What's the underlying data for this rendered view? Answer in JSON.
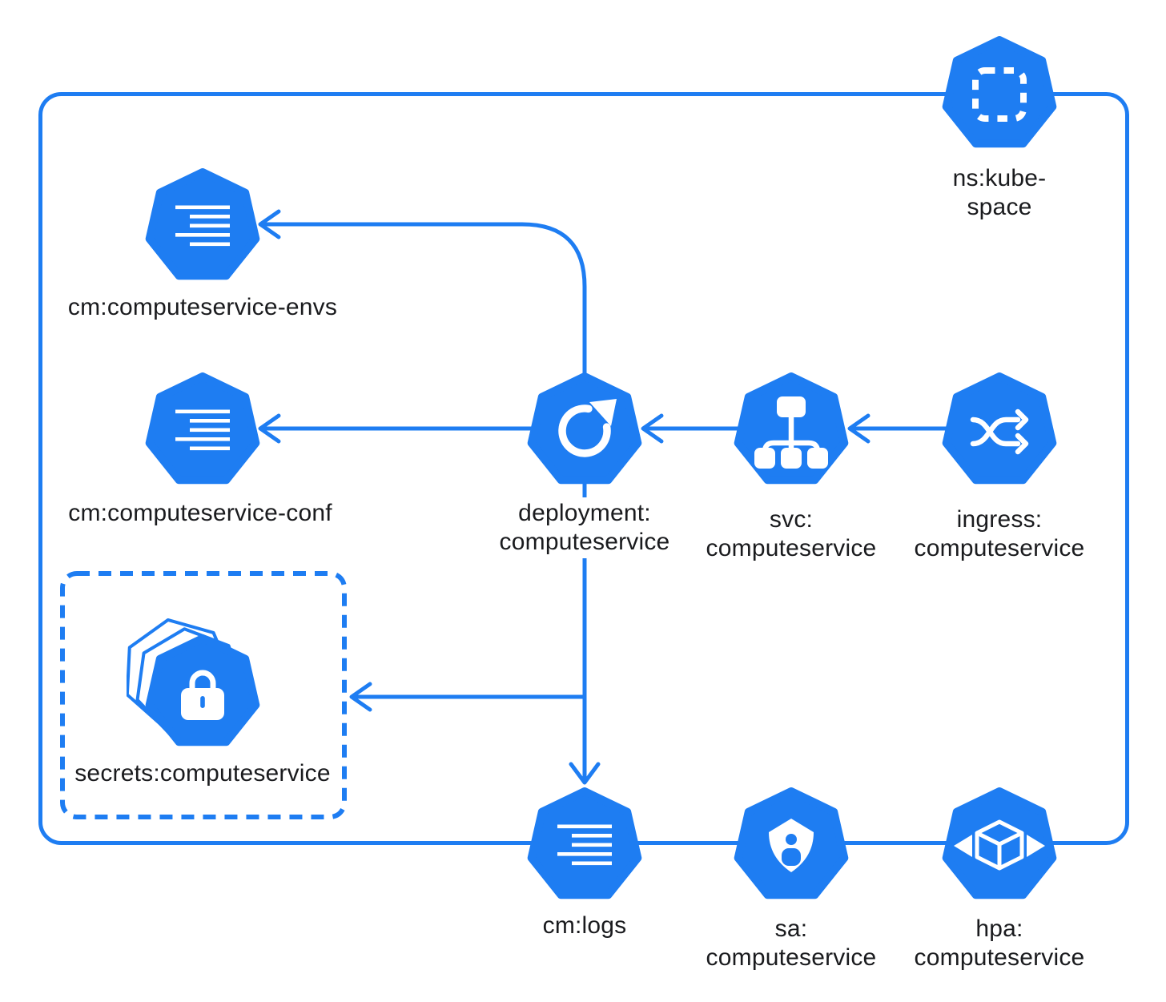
{
  "colors": {
    "accent": "#1e7df2",
    "text": "#1a1b1e",
    "background": "#ffffff",
    "icon_foreground": "#ffffff"
  },
  "nodes": [
    {
      "id": "namespace",
      "type": "ns",
      "label": "ns:kube-space",
      "icon": "namespace-dashed-square-icon"
    },
    {
      "id": "configmap-envs",
      "type": "cm",
      "label": "cm:computeservice-envs",
      "icon": "configmap-lines-icon"
    },
    {
      "id": "configmap-conf",
      "type": "cm",
      "label": "cm:computeservice-conf",
      "icon": "configmap-lines-icon"
    },
    {
      "id": "deployment",
      "type": "deployment",
      "label": "deployment:\ncomputeservice",
      "icon": "deployment-rotate-arrow-icon"
    },
    {
      "id": "service",
      "type": "svc",
      "label": "svc:\ncomputeservice",
      "icon": "service-topology-icon"
    },
    {
      "id": "ingress",
      "type": "ingress",
      "label": "ingress:\ncomputeservice",
      "icon": "ingress-shuffle-icon"
    },
    {
      "id": "secrets",
      "type": "secrets",
      "label": "secrets:computeservice",
      "icon": "secret-lock-stack-icon"
    },
    {
      "id": "configmap-logs",
      "type": "cm",
      "label": "cm:logs",
      "icon": "configmap-lines-icon"
    },
    {
      "id": "serviceaccount",
      "type": "sa",
      "label": "sa:\ncomputeservice",
      "icon": "serviceaccount-shield-user-icon"
    },
    {
      "id": "hpa",
      "type": "hpa",
      "label": "hpa:\ncomputeservice",
      "icon": "hpa-cube-scale-icon"
    }
  ],
  "edges": [
    {
      "from": "deployment",
      "to": "configmap-envs",
      "arrowhead": "open-chevron-at-target"
    },
    {
      "from": "deployment",
      "to": "configmap-conf",
      "arrowhead": "open-chevron-at-target"
    },
    {
      "from": "service",
      "to": "deployment",
      "arrowhead": "open-chevron-at-target"
    },
    {
      "from": "ingress",
      "to": "service",
      "arrowhead": "open-chevron-at-target"
    },
    {
      "from": "deployment",
      "to": "secrets",
      "arrowhead": "open-chevron-at-target"
    },
    {
      "from": "deployment",
      "to": "configmap-logs",
      "arrowhead": "open-chevron-at-target"
    }
  ],
  "groups": [
    {
      "id": "namespace-boundary",
      "style": "solid-rounded-rect",
      "labelled_by": "namespace"
    },
    {
      "id": "secrets-group",
      "style": "dashed-rounded-rect",
      "contains": [
        "secrets"
      ]
    }
  ]
}
